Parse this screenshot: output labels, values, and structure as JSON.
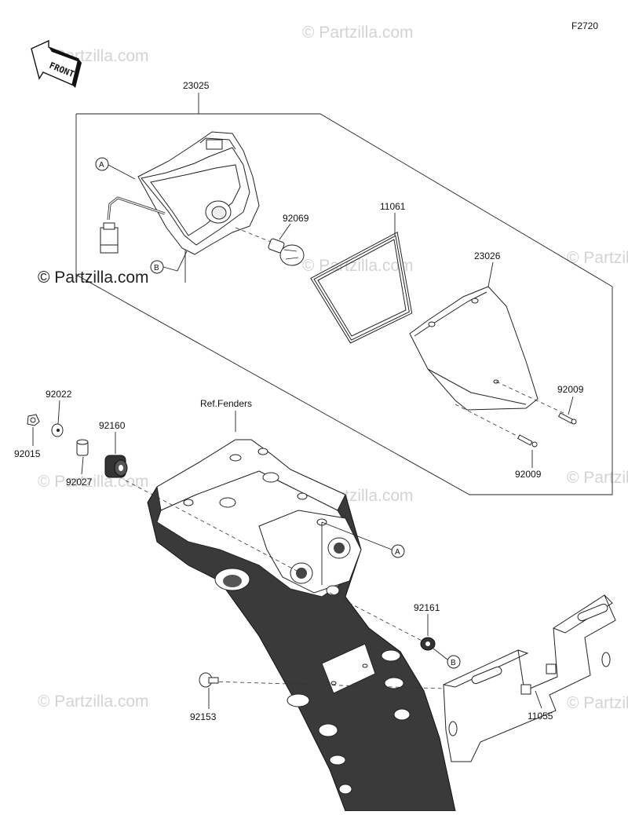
{
  "diagram": {
    "figure_code": "F2720",
    "direction_label": "FRONT",
    "watermark": "© Partzilla.com",
    "ref_note": "Ref.Fenders",
    "parts": {
      "tail_lamp_assy": "23025",
      "lens": "23026",
      "gasket": "11061",
      "bulb": "92069",
      "screw_right": "92009",
      "screw_bottom": "92009",
      "bushing_92022": "92022",
      "nut_92015": "92015",
      "collar_92027": "92027",
      "grommet_92160": "92160",
      "grommet_92161": "92161",
      "bolt_92153": "92153",
      "bracket_11055": "11055"
    },
    "markers": {
      "a_upper": "A",
      "b_upper": "B",
      "a_lower": "A",
      "b_lower": "B"
    }
  }
}
